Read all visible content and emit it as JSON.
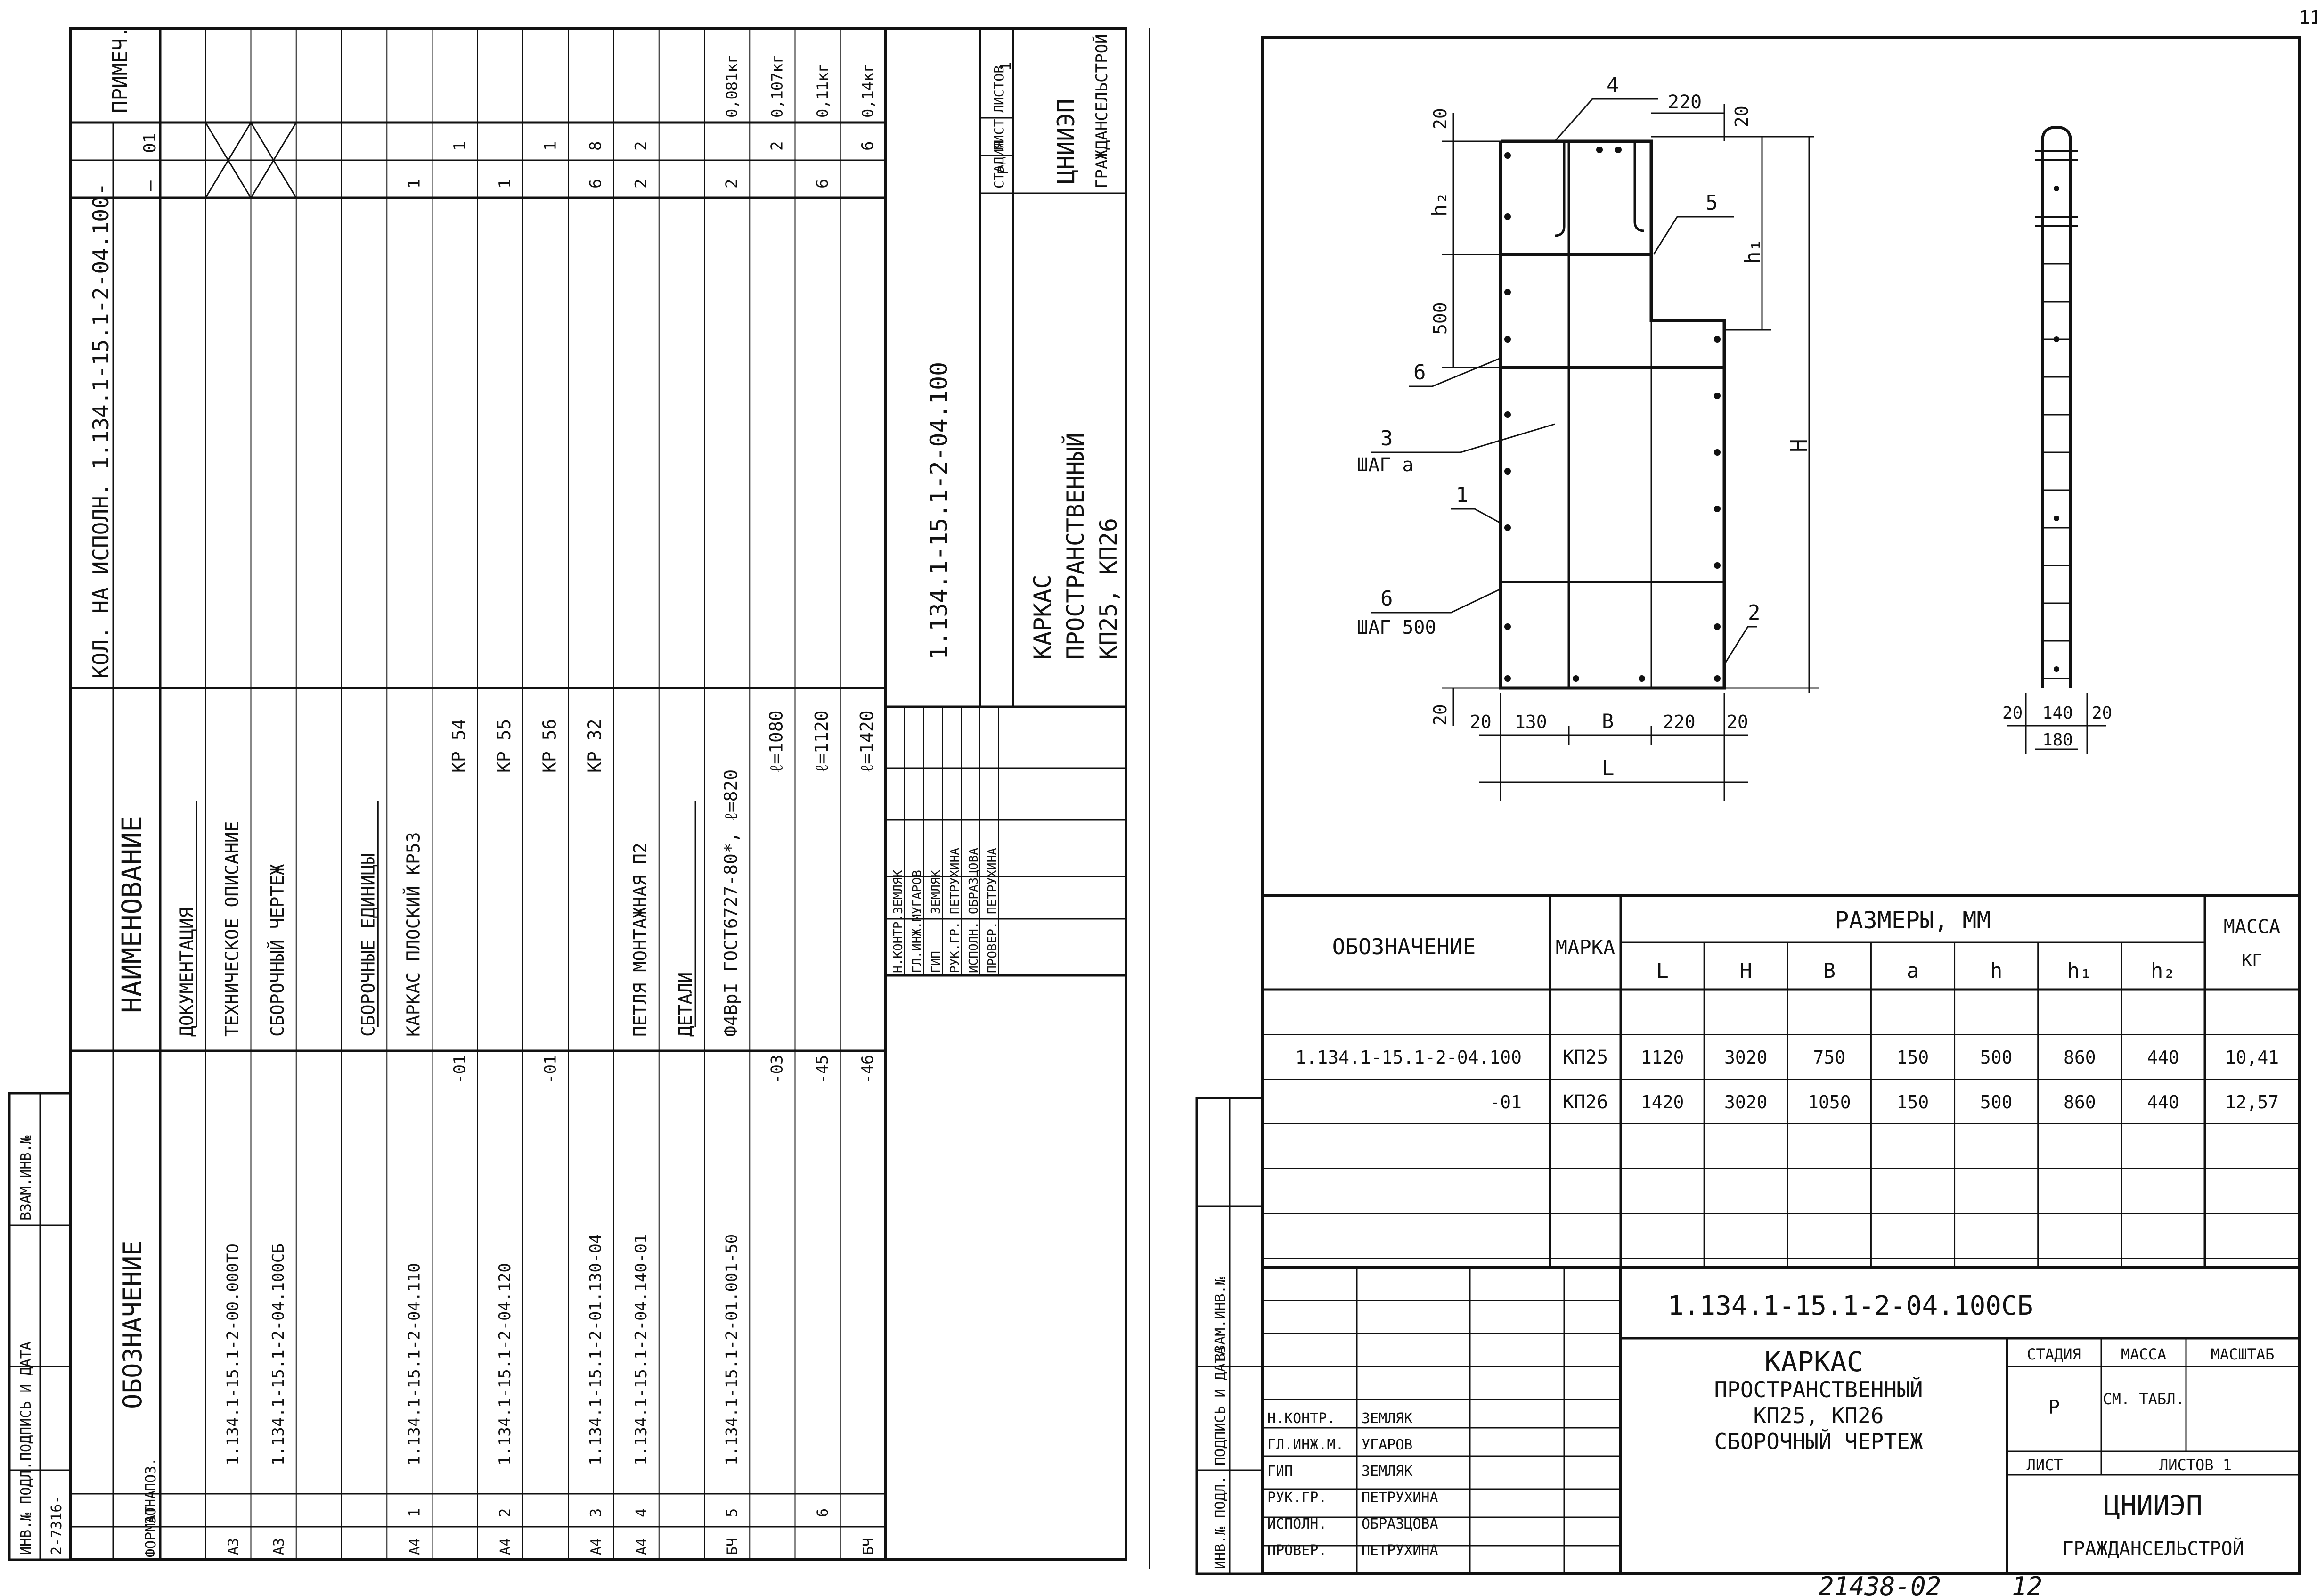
{
  "corner_mark": "11",
  "left_sheet": {
    "spec_headers": {
      "format": "ФОРМАТ",
      "zone": "ЗОНА",
      "pos": "ПОЗ.",
      "designation": "ОБОЗНАЧЕНИЕ",
      "name": "НАИМЕНОВАНИЕ",
      "qty": "КОЛ. НА ИСПОЛН. 1.134.1-15.1-2-04.100-",
      "qty_base": "—",
      "qty_01": "01",
      "note": "ПРИМЕЧ."
    },
    "spec_rows": [
      {
        "format": "",
        "pos": "",
        "designation": "",
        "name": "ДОКУМЕНТАЦИЯ",
        "underline": true,
        "q0": "",
        "q1": "",
        "note": ""
      },
      {
        "format": "А3",
        "pos": "",
        "designation": "1.134.1-15.1-2-00.000ТО",
        "name": "ТЕХНИЧЕСКОЕ ОПИСАНИЕ",
        "q0": "",
        "q1": "",
        "cross": true,
        "note": ""
      },
      {
        "format": "А3",
        "pos": "",
        "designation": "1.134.1-15.1-2-04.100СБ",
        "name": "СБОРОЧНЫЙ ЧЕРТЕЖ",
        "q0": "",
        "q1": "",
        "cross": true,
        "note": ""
      },
      {
        "format": "",
        "pos": "",
        "designation": "",
        "name": "",
        "q0": "",
        "q1": "",
        "note": ""
      },
      {
        "format": "",
        "pos": "",
        "designation": "",
        "name": "СБОРОЧНЫЕ ЕДИНИЦЫ",
        "underline": true,
        "q0": "",
        "q1": "",
        "note": ""
      },
      {
        "format": "А4",
        "pos": "1",
        "designation": "1.134.1-15.1-2-04.110",
        "name": "КАРКАС ПЛОСКИЙ КР53",
        "q0": "1",
        "q1": "",
        "note": ""
      },
      {
        "format": "",
        "pos": "",
        "designation": "-01",
        "name": "КР 54",
        "q0": "",
        "q1": "1",
        "note": ""
      },
      {
        "format": "А4",
        "pos": "2",
        "designation": "1.134.1-15.1-2-04.120",
        "name": "КР 55",
        "q0": "1",
        "q1": "",
        "note": ""
      },
      {
        "format": "",
        "pos": "",
        "designation": "-01",
        "name": "КР 56",
        "q0": "",
        "q1": "1",
        "note": ""
      },
      {
        "format": "А4",
        "pos": "3",
        "designation": "1.134.1-15.1-2-01.130-04",
        "name": "КР 32",
        "q0": "6",
        "q1": "8",
        "note": ""
      },
      {
        "format": "А4",
        "pos": "4",
        "designation": "1.134.1-15.1-2-04.140-01",
        "name": "ПЕТЛЯ МОНТАЖНАЯ П2",
        "q0": "2",
        "q1": "2",
        "note": ""
      },
      {
        "format": "",
        "pos": "",
        "designation": "",
        "name": "ДЕТАЛИ",
        "underline": true,
        "q0": "",
        "q1": "",
        "note": ""
      },
      {
        "format": "БЧ",
        "pos": "5",
        "designation": "1.134.1-15.1-2-01.001-50",
        "name": "Ф4ВрI ГОСТ6727-80*, ℓ=820",
        "q0": "2",
        "q1": "",
        "note": "0,081кг"
      },
      {
        "format": "",
        "pos": "",
        "designation": "-03",
        "name": "ℓ=1080",
        "q0": "",
        "q1": "2",
        "note": "0,107кг"
      },
      {
        "format": "",
        "pos": "6",
        "designation": "-45",
        "name": "ℓ=1120",
        "q0": "6",
        "q1": "",
        "note": "0,11кг"
      },
      {
        "format": "БЧ",
        "pos": "",
        "designation": "-46",
        "name": "ℓ=1420",
        "q0": "",
        "q1": "6",
        "note": "0,14кг"
      }
    ],
    "title_block": {
      "doc_code": "1.134.1-15.1-2-04.100",
      "title_lines": [
        "КАРКАС",
        "ПРОСТРАНСТВЕННЫЙ",
        "КП25, КП26"
      ],
      "stage_label": "СТАДИЯ",
      "stage_value": "Р",
      "sheet_label": "ЛИСТ",
      "sheets_label": "ЛИСТОВ",
      "sheets_value": "1",
      "org_name": "ЦНИИЭП",
      "org_sub": "ГРАЖДАНСЕЛЬСТРОЙ",
      "signatures": [
        {
          "role": "Н.КОНТР.",
          "name": "ЗЕМЛЯК"
        },
        {
          "role": "ГЛ.ИНЖ.М.",
          "name": "УГАРОВ"
        },
        {
          "role": "ГИП",
          "name": "ЗЕМЛЯК"
        },
        {
          "role": "РУК.ГР.",
          "name": "ПЕТРУХИНА"
        },
        {
          "role": "ИСПОЛН.",
          "name": "ОБРАЗЦОВА"
        },
        {
          "role": "ПРОВЕР.",
          "name": "ПЕТРУХИНА"
        }
      ]
    },
    "side_strip": {
      "inv_orig": "ИНВ.№ ПОДЛ.",
      "sign_date": "ПОДПИСЬ И ДАТА",
      "inv_swap": "ВЗАМ.ИНВ.№",
      "inv_number": "2-7316-"
    }
  },
  "right_sheet": {
    "drawing_labels": {
      "callout_4": "4",
      "callout_5": "5",
      "callout_6a": "6",
      "callout_3": "3",
      "step_a": "ШАГ а",
      "callout_1": "1",
      "callout_6b": "6",
      "step_500": "ШАГ 500",
      "callout_2": "2",
      "h2": "h₂",
      "h1": "h₁",
      "H": "H",
      "L": "L",
      "B": "В",
      "dim_20_top": "20",
      "dim_220_top": "220",
      "dim_20_topr": "20",
      "dim_500": "500",
      "dim_20_bot": "20",
      "dim_20_l": "20",
      "dim_130": "130",
      "dim_220_bot": "220",
      "dim_20_r": "20",
      "dim_side_20a": "20",
      "dim_side_140": "140",
      "dim_side_20b": "20",
      "dim_side_180": "180"
    },
    "size_table": {
      "h_designation": "ОБОЗНАЧЕНИЕ",
      "h_mark": "МАРКА",
      "h_sizes": "РАЗМЕРЫ, ММ",
      "h_mass": "МАССА",
      "h_mass_unit": "КГ",
      "cols": [
        "L",
        "H",
        "В",
        "а",
        "h",
        "h₁",
        "h₂"
      ],
      "rows": [
        {
          "designation": "1.134.1-15.1-2-04.100",
          "mark": "КП25",
          "vals": [
            "1120",
            "3020",
            "750",
            "150",
            "500",
            "860",
            "440"
          ],
          "mass": "10,41"
        },
        {
          "designation": "-01",
          "mark": "КП26",
          "vals": [
            "1420",
            "3020",
            "1050",
            "150",
            "500",
            "860",
            "440"
          ],
          "mass": "12,57"
        }
      ]
    },
    "title_block": {
      "doc_code": "1.134.1-15.1-2-04.100СБ",
      "title_lines": [
        "КАРКАС",
        "ПРОСТРАНСТВЕННЫЙ",
        "КП25, КП26",
        "СБОРОЧНЫЙ ЧЕРТЕЖ"
      ],
      "stage_label": "СТАДИЯ",
      "mass_label": "МАССА",
      "scale_label": "МАСШТАБ",
      "stage_value": "Р",
      "mass_value": "СМ. ТАБЛ.",
      "sheet_label": "ЛИСТ",
      "sheets_label": "ЛИСТОВ 1",
      "org_name": "ЦНИИЭП",
      "org_sub": "ГРАЖДАНСЕЛЬСТРОЙ",
      "signatures": [
        {
          "role": "Н.КОНТР.",
          "name": "ЗЕМЛЯК"
        },
        {
          "role": "ГЛ.ИНЖ.М.",
          "name": "УГАРОВ"
        },
        {
          "role": "ГИП",
          "name": "ЗЕМЛЯК"
        },
        {
          "role": "РУК.ГР.",
          "name": "ПЕТРУХИНА"
        },
        {
          "role": "ИСПОЛН.",
          "name": "ОБРАЗЦОВА"
        },
        {
          "role": "ПРОВЕР.",
          "name": "ПЕТРУХИНА"
        }
      ]
    },
    "side_strip": {
      "inv_orig": "ИНВ.№ ПОДЛ.",
      "sign_date": "ПОДПИСЬ И ДАТА",
      "inv_swap": "ВЗАМ.ИНВ.№"
    },
    "footer_code": "21438-02",
    "footer_page": "12"
  }
}
